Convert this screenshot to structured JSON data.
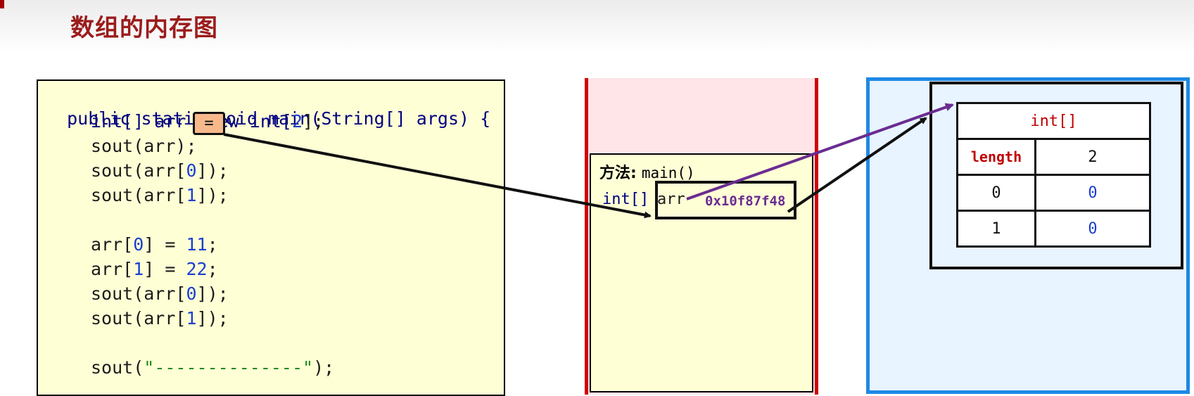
{
  "title": "数组的内存图",
  "code": {
    "line1": {
      "a": "public static void main(String[] args) {"
    },
    "line2": {
      "a": "int[] arr",
      "op": "=",
      "c": "new int[",
      "n": "2",
      "d": "];"
    },
    "line3": {
      "a": "sout(arr);"
    },
    "line4": {
      "a": "sout(arr[",
      "n": "0",
      "b": "]);"
    },
    "line5": {
      "a": "sout(arr[",
      "n": "1",
      "b": "]);"
    },
    "line6": {
      "a": "arr[",
      "n1": "0",
      "b": "] = ",
      "n2": "11",
      "c": ";"
    },
    "line7": {
      "a": "arr[",
      "n1": "1",
      "b": "] = ",
      "n2": "22",
      "c": ";"
    },
    "line8": {
      "a": "sout(arr[",
      "n": "0",
      "b": "]);"
    },
    "line9": {
      "a": "sout(arr[",
      "n": "1",
      "b": "]);"
    },
    "line10": {
      "a": "sout(",
      "s": "\"--------------\"",
      "b": ");"
    }
  },
  "stack": {
    "method_label": "方法:",
    "method_name": "main()",
    "var_type": "int[]",
    "var_name": "arr",
    "address": "0x10f87f48"
  },
  "heap": {
    "type": "int[]",
    "length_label": "length",
    "length_value": "2",
    "rows": [
      {
        "index": "0",
        "value": "0"
      },
      {
        "index": "1",
        "value": "0"
      }
    ]
  },
  "colors": {
    "title": "#9b1c1c",
    "stack_border": "#d00000",
    "heap_border": "#1e88e5",
    "address": "#6a2c91",
    "reference_arrow": "#6a2c91"
  }
}
